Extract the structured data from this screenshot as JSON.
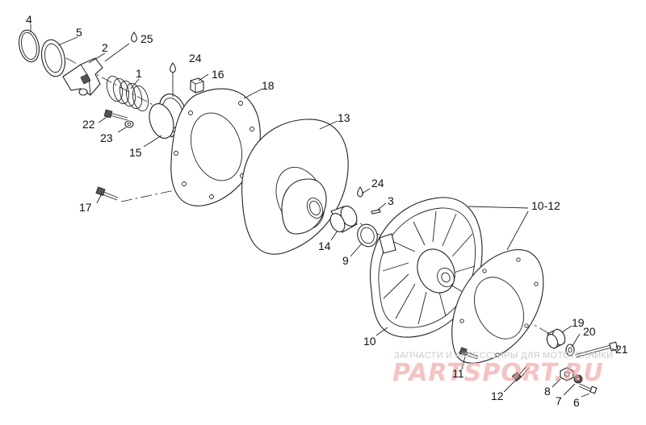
{
  "callouts": {
    "c4": "4",
    "c5": "5",
    "c2": "2",
    "c25": "25",
    "c1": "1",
    "c24a": "24",
    "c16": "16",
    "c18": "18",
    "c22": "22",
    "c23": "23",
    "c15": "15",
    "c13": "13",
    "c17": "17",
    "c24b": "24",
    "c3": "3",
    "c14": "14",
    "c9": "9",
    "c1012": "10-12",
    "c10": "10",
    "c19": "19",
    "c20": "20",
    "c21": "21",
    "c11": "11",
    "c12": "12",
    "c8": "8",
    "c7": "7",
    "c6": "6"
  },
  "watermark": {
    "caption": "ЗАПЧАСТИ И АКСЕССУАРЫ ДЛЯ МОТОТЕХНИКИ",
    "brand": "PARTSPORT.RU"
  },
  "icons": [
    "grease-drop-icon"
  ],
  "colors": {
    "watermark_red": "#f2a3a3",
    "watermark_grey": "#c9c9c9",
    "line": "#222222"
  }
}
